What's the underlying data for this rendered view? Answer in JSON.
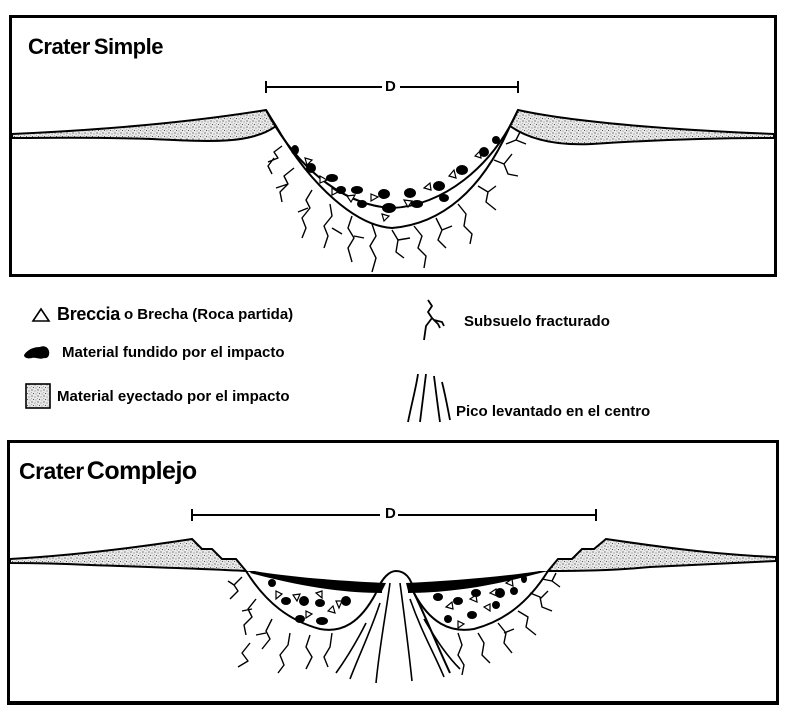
{
  "figure": {
    "type": "crater-cross-section-comparison",
    "language": "es"
  },
  "panels": {
    "simple": {
      "title_word1": "Crater",
      "title_word2": "Simple",
      "diameter_label": "D"
    },
    "complex": {
      "title_word1": "Crater",
      "title_word2": "Complejo",
      "diameter_label": "D"
    }
  },
  "legend": {
    "breccia": {
      "icon": "triangle-outline-icon",
      "label_strong": "Breccia",
      "label_rest": "o Brecha (Roca partida)"
    },
    "melt": {
      "icon": "black-blob-icon",
      "label": "Material fundido por el impacto"
    },
    "ejecta": {
      "icon": "stippled-square-icon",
      "label": "Material eyectado por el impacto"
    },
    "fractured": {
      "icon": "branching-crack-icon",
      "label": "Subsuelo fracturado"
    },
    "central_peak": {
      "icon": "diverging-lines-icon",
      "label": "Pico levantado en el centro"
    }
  },
  "colors": {
    "ink": "#000000",
    "paper": "#ffffff",
    "stipple": "#8a8a8a"
  }
}
